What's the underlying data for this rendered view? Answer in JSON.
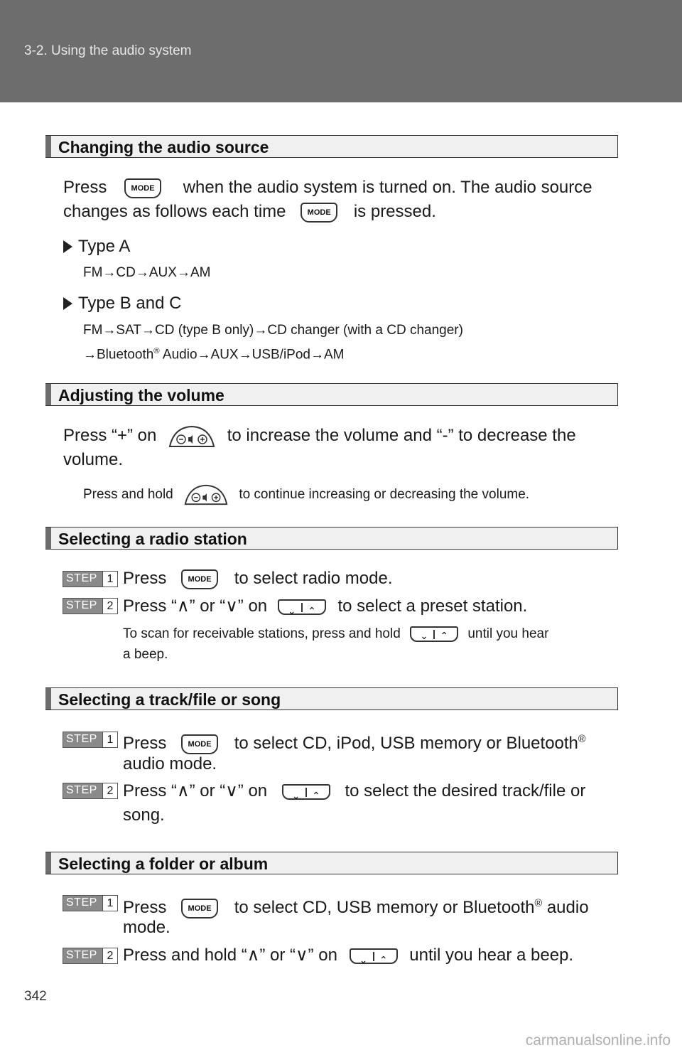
{
  "header": {
    "title": "3-2. Using the audio system"
  },
  "sections": {
    "change_source": {
      "heading": "Changing the audio source",
      "text1a": "Press",
      "text1b": "when the audio system is turned on. The audio source",
      "text2a": "changes as follows each time",
      "text2b": "is pressed.",
      "type_a_label": "Type A",
      "type_a_seq": "FM→CD→AUX→AM",
      "type_bc_label": "Type B and C",
      "type_bc_seq1": "FM→SAT→CD (type B only)→CD changer (with a CD changer)",
      "type_bc_seq2a": "→Bluetooth",
      "type_bc_seq2b": " Audio→AUX→USB/iPod→AM"
    },
    "volume": {
      "heading": "Adjusting the volume",
      "text1a": "Press “+” on",
      "text1b": "to increase the volume and “-” to decrease the",
      "text2": "volume.",
      "note_a": "Press and hold",
      "note_b": "to continue increasing or decreasing the volume."
    },
    "radio": {
      "heading": "Selecting a radio station",
      "step1a": "Press",
      "step1b": "to select radio mode.",
      "step2a": "Press “∧” or “∨” on",
      "step2b": "to select a preset station.",
      "note1a": "To scan for receivable stations, press and hold",
      "note1b": "until you hear",
      "note2": "a beep."
    },
    "track": {
      "heading": "Selecting a track/file or song",
      "step1a": "Press",
      "step1b": "to select CD, iPod, USB memory or Bluetooth",
      "step1c": "audio mode.",
      "step2a": "Press “∧” or “∨” on",
      "step2b": "to select the desired track/file or",
      "step2c": "song."
    },
    "folder": {
      "heading": "Selecting a folder or album",
      "step1a": "Press",
      "step1b": "to select CD, USB memory or Bluetooth",
      "step1c": "audio",
      "step1d": "mode.",
      "step2a": "Press and hold “∧” or “∨” on",
      "step2b": "until you hear a beep."
    }
  },
  "labels": {
    "mode_button": "MODE",
    "step": "STEP",
    "step_1": "1",
    "step_2": "2",
    "registered": "®"
  },
  "footer": {
    "page_number": "342",
    "watermark": "carmanualsonline.info"
  }
}
